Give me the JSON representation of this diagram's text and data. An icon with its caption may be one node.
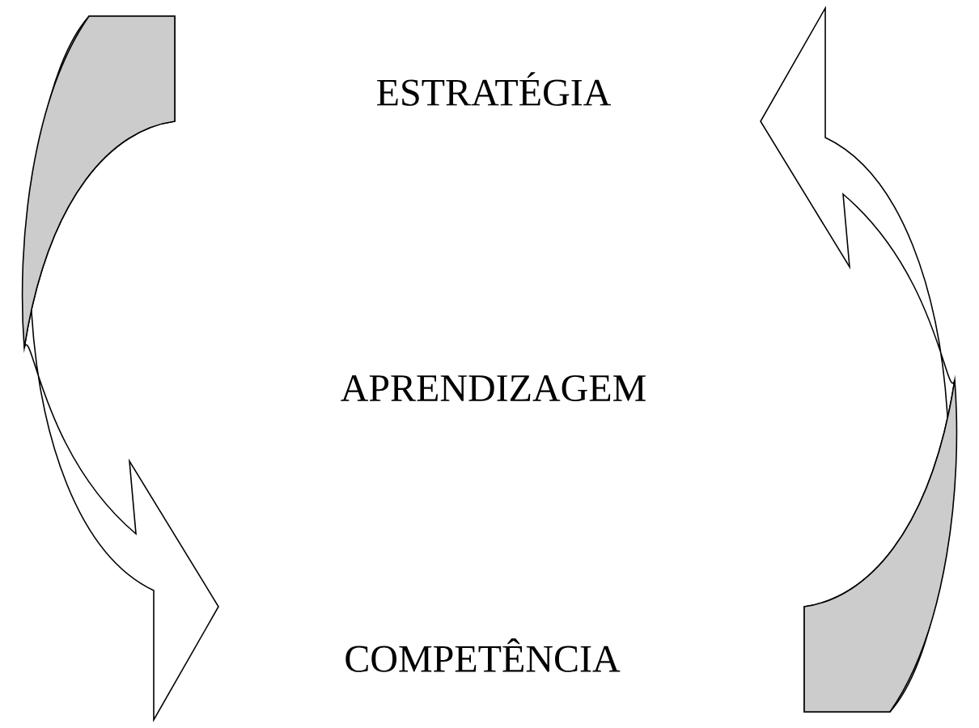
{
  "diagram": {
    "nodes": [
      {
        "text": [
          "ESTRATÉGIA"
        ]
      },
      {
        "text": [
          "APRENDIZAGEM"
        ]
      },
      {
        "text": [
          "COMPETÊNCIA"
        ]
      }
    ]
  }
}
